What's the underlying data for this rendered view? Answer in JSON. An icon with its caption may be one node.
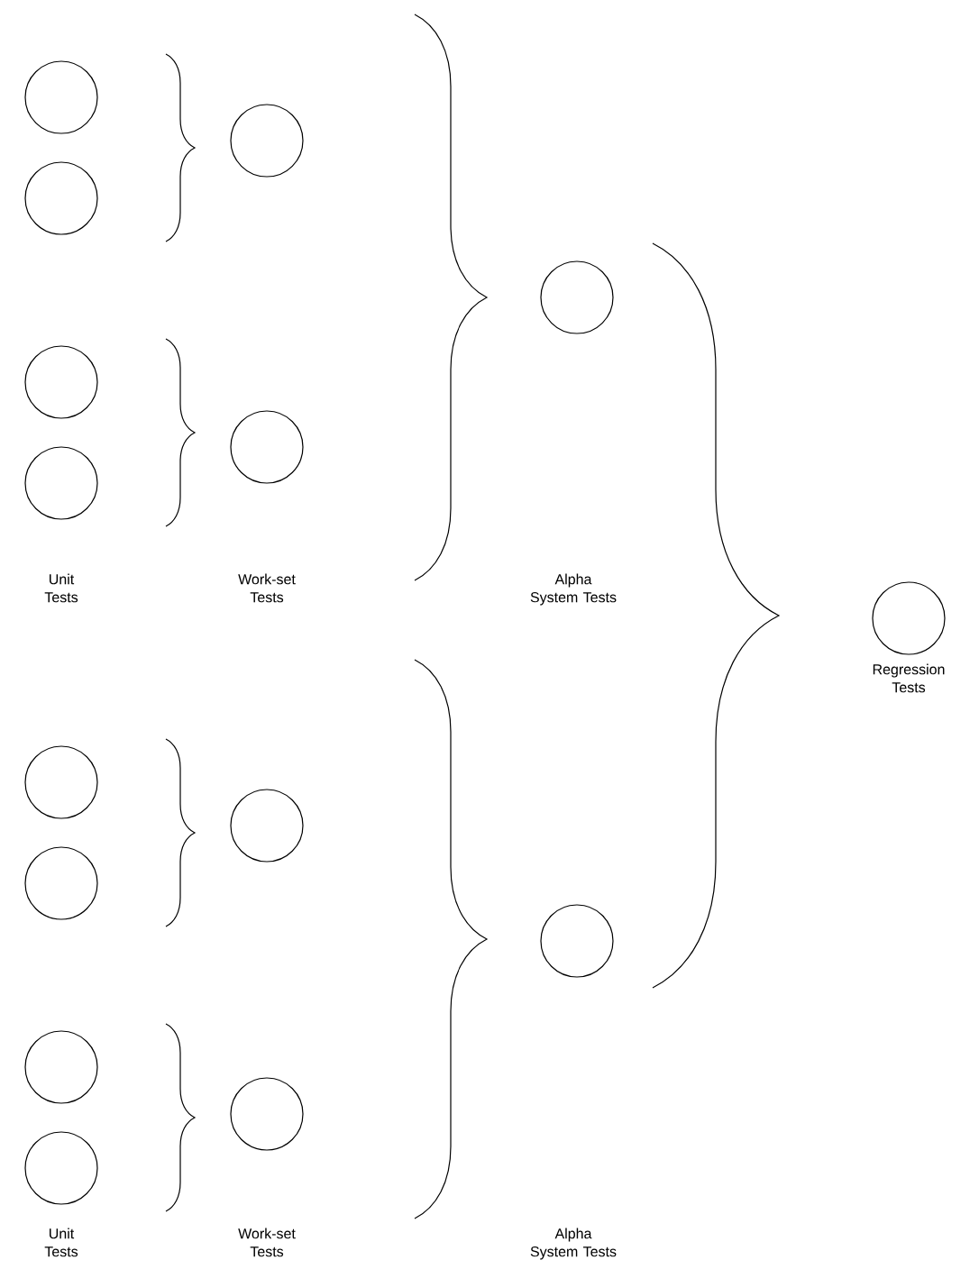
{
  "diagram": {
    "nodes": [
      {
        "text": [],
        "shape": "circle"
      },
      {
        "text": [],
        "shape": "circle"
      },
      {
        "text": [],
        "shape": "circle"
      },
      {
        "text": [],
        "shape": "circle"
      },
      {
        "text": [],
        "shape": "circle"
      },
      {
        "text": [],
        "shape": "circle"
      },
      {
        "text": [],
        "shape": "circle"
      },
      {
        "text": [],
        "shape": "circle"
      },
      {
        "text": [],
        "shape": "circle"
      },
      {
        "text": [],
        "shape": "circle"
      },
      {
        "text": [],
        "shape": "circle"
      },
      {
        "text": [],
        "shape": "circle"
      },
      {
        "text": [],
        "shape": "circle"
      },
      {
        "text": [],
        "shape": "circle"
      },
      {
        "text": [],
        "shape": "circle"
      }
    ],
    "labels": [
      "Unit Tests",
      "Work-set Tests",
      "Alpha System Tests",
      "Regression Tests",
      "Unit Tests",
      "Work-set Tests",
      "Alpha System Tests"
    ]
  }
}
